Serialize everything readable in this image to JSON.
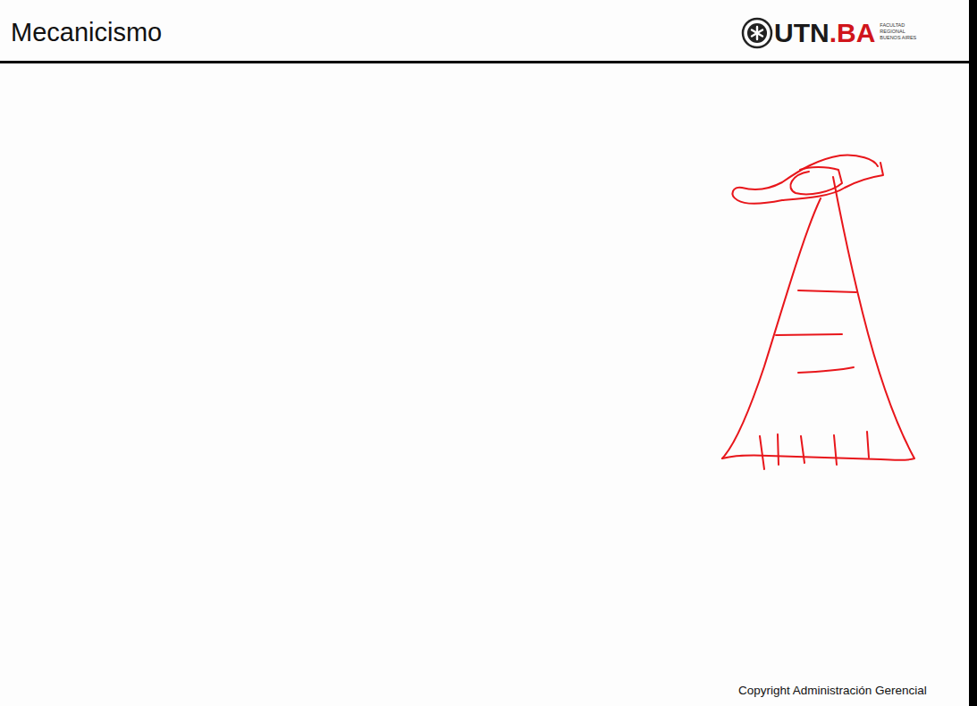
{
  "diagram": {
    "title": "Mecanicismo",
    "labels": [
      "UTN",
      ".BA",
      "FACULTAD REGIONAL BUENOS AIRES",
      "Copyright Administración Gerencial"
    ]
  }
}
